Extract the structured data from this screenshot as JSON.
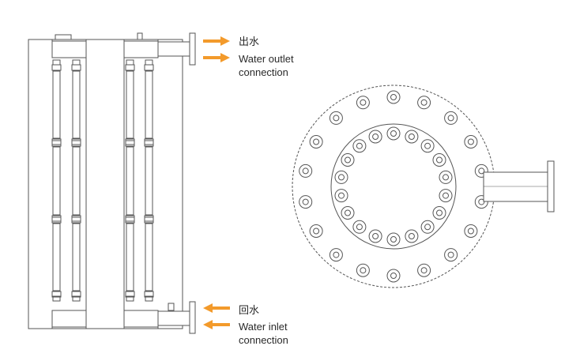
{
  "labels": {
    "outlet_cn": "出水",
    "outlet_en_1": "Water outlet",
    "outlet_en_2": "connection",
    "inlet_cn": "回水",
    "inlet_en_1": "Water inlet",
    "inlet_en_2": "connection"
  },
  "colors": {
    "line": "#555555",
    "arrow": "#f39a2b",
    "background": "#ffffff"
  },
  "icons": {
    "outlet_arrows": "arrow-right-icon",
    "inlet_arrows": "arrow-left-icon"
  }
}
